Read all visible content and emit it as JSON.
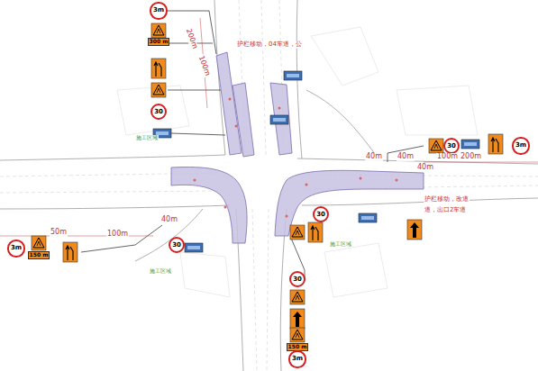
{
  "diagram": {
    "nodes": [
      {
        "text": [
          "3m"
        ]
      },
      {
        "text": [
          "300 m"
        ]
      },
      {
        "text": [
          "30"
        ]
      },
      {
        "text": [
          "30"
        ]
      },
      {
        "text": [
          "3m"
        ]
      },
      {
        "text": [
          "3m"
        ]
      },
      {
        "text": [
          "150 m"
        ]
      },
      {
        "text": [
          "30"
        ]
      },
      {
        "text": [
          "30"
        ]
      },
      {
        "text": [
          "30"
        ]
      },
      {
        "text": [
          "150 m"
        ]
      },
      {
        "text": [
          "3m"
        ]
      }
    ],
    "labels": [
      "200m",
      "100m",
      "40m",
      "40m",
      "40m",
      "100m",
      "200m",
      "50m",
      "100m",
      "40m",
      "护栏移动，04车道，公",
      "护栏移动，改道",
      "道，出口2车道",
      "施工区域",
      "施工区域",
      "施工区域"
    ]
  }
}
